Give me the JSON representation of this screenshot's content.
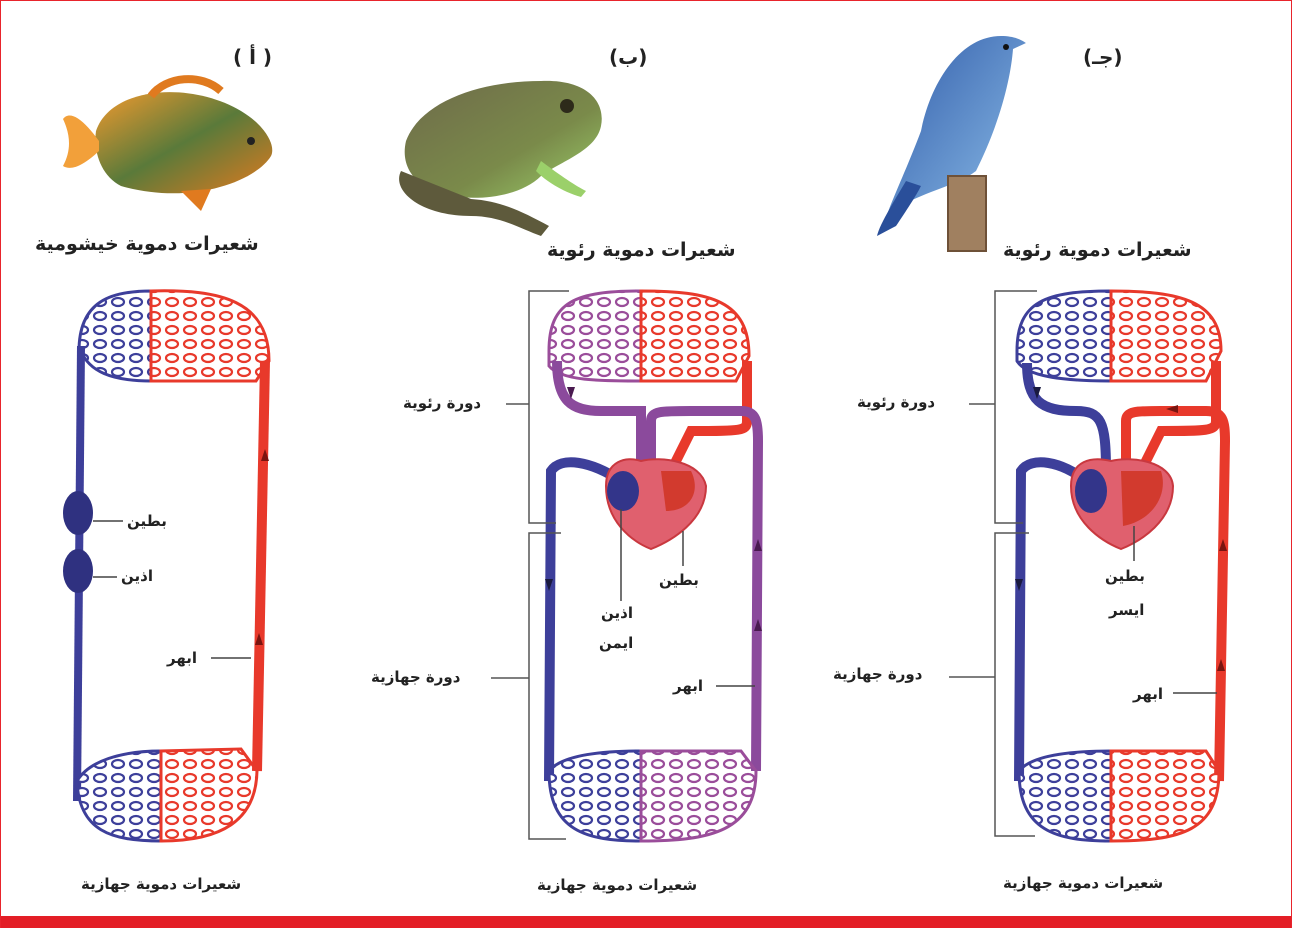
{
  "panels": {
    "a": {
      "letter": "( أ )",
      "capillary_top": "شعيرات دموية خيشومية",
      "capillary_bottom": "شعيرات دموية جهازية",
      "ventricle": "بطين",
      "atrium": "اذين",
      "aorta": "ابهر"
    },
    "b": {
      "letter": "(ب)",
      "capillary_top": "شعيرات دموية رئوية",
      "capillary_bottom": "شعيرات دموية جهازية",
      "pulmonary_circuit": "دورة رئوية",
      "systemic_circuit": "دورة جهازية",
      "ventricle": "بطين",
      "right_atrium_1": "اذين",
      "right_atrium_2": "ايمن",
      "aorta": "ابهر"
    },
    "c": {
      "letter": "(جـ)",
      "capillary_top": "شعيرات دموية رئوية",
      "capillary_bottom": "شعيرات دموية جهازية",
      "pulmonary_circuit": "دورة رئوية",
      "systemic_circuit": "دورة جهازية",
      "left_ventricle_1": "بطين",
      "left_ventricle_2": "ايسر",
      "aorta": "ابهر"
    }
  },
  "colors": {
    "frame": "#e31e26",
    "oxygenated": "#e8392b",
    "deoxygenated": "#3d3f9a",
    "mixed": "#8b4a9c"
  }
}
